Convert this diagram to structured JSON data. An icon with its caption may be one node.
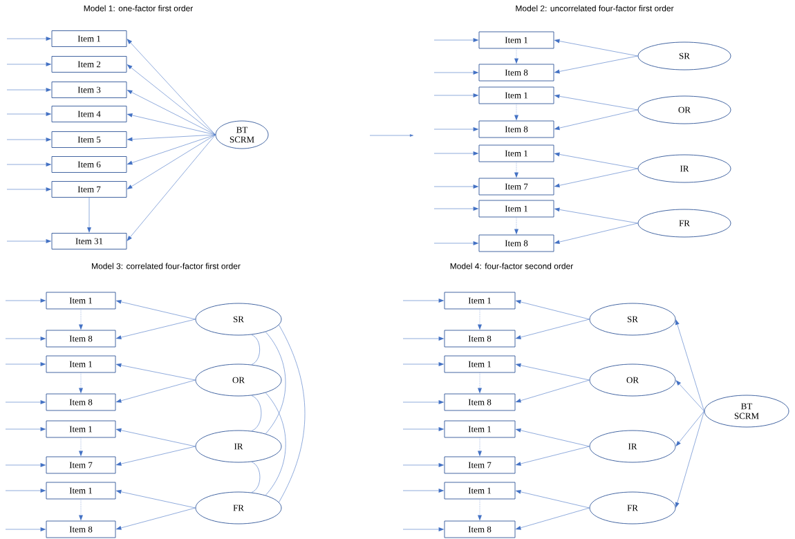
{
  "diagram": {
    "nodes": [
      {
        "text": [
          "Item 1"
        ]
      },
      {
        "text": [
          "Item 2"
        ]
      },
      {
        "text": [
          "Item 3"
        ]
      },
      {
        "text": [
          "Item 4"
        ]
      },
      {
        "text": [
          "Item 5"
        ]
      },
      {
        "text": [
          "Item 6"
        ]
      },
      {
        "text": [
          "Item 7"
        ]
      },
      {
        "text": [
          "Item 31"
        ]
      },
      {
        "text": [
          "BT SCRM"
        ]
      },
      {
        "text": [
          "Item 1"
        ]
      },
      {
        "text": [
          "Item 8"
        ]
      },
      {
        "text": [
          "Item 1"
        ]
      },
      {
        "text": [
          "Item 8"
        ]
      },
      {
        "text": [
          "Item 1"
        ]
      },
      {
        "text": [
          "Item 7"
        ]
      },
      {
        "text": [
          "Item 1"
        ]
      },
      {
        "text": [
          "Item 8"
        ]
      },
      {
        "text": [
          "SR"
        ]
      },
      {
        "text": [
          "OR"
        ]
      },
      {
        "text": [
          "IR"
        ]
      },
      {
        "text": [
          "FR"
        ]
      },
      {
        "text": [
          "Item 1"
        ]
      },
      {
        "text": [
          "Item 8"
        ]
      },
      {
        "text": [
          "Item 1"
        ]
      },
      {
        "text": [
          "Item 8"
        ]
      },
      {
        "text": [
          "Item 1"
        ]
      },
      {
        "text": [
          "Item 7"
        ]
      },
      {
        "text": [
          "Item 1"
        ]
      },
      {
        "text": [
          "Item 8"
        ]
      },
      {
        "text": [
          "SR"
        ]
      },
      {
        "text": [
          "OR"
        ]
      },
      {
        "text": [
          "IR"
        ]
      },
      {
        "text": [
          "FR"
        ]
      },
      {
        "text": [
          "Item 1"
        ]
      },
      {
        "text": [
          "Item 8"
        ]
      },
      {
        "text": [
          "Item 1"
        ]
      },
      {
        "text": [
          "Item 8"
        ]
      },
      {
        "text": [
          "Item 1"
        ]
      },
      {
        "text": [
          "Item 7"
        ]
      },
      {
        "text": [
          "Item 1"
        ]
      },
      {
        "text": [
          "Item 8"
        ]
      },
      {
        "text": [
          "SR"
        ]
      },
      {
        "text": [
          "OR"
        ]
      },
      {
        "text": [
          "IR"
        ]
      },
      {
        "text": [
          "FR"
        ]
      },
      {
        "text": [
          "BT SCRM"
        ]
      }
    ],
    "edges": [
      {
        "from": null,
        "to": 0,
        "arrow": "to"
      },
      {
        "from": null,
        "to": 1,
        "arrow": "to"
      },
      {
        "from": null,
        "to": 2,
        "arrow": "to"
      },
      {
        "from": null,
        "to": 3,
        "arrow": "to"
      },
      {
        "from": null,
        "to": 4,
        "arrow": "to"
      },
      {
        "from": null,
        "to": 5,
        "arrow": "to"
      },
      {
        "from": null,
        "to": 6,
        "arrow": "to"
      },
      {
        "from": null,
        "to": 7,
        "arrow": "to"
      },
      {
        "from": 8,
        "to": 0,
        "arrow": "to"
      },
      {
        "from": 8,
        "to": 1,
        "arrow": "to"
      },
      {
        "from": 8,
        "to": 2,
        "arrow": "to"
      },
      {
        "from": 8,
        "to": 3,
        "arrow": "to"
      },
      {
        "from": 8,
        "to": 4,
        "arrow": "to"
      },
      {
        "from": 8,
        "to": 5,
        "arrow": "to"
      },
      {
        "from": 8,
        "to": 6,
        "arrow": "to"
      },
      {
        "from": 8,
        "to": 7,
        "arrow": "to"
      },
      {
        "from": 6,
        "to": 7,
        "arrow": "to"
      },
      {
        "from": null,
        "to": 9,
        "arrow": "to"
      },
      {
        "from": null,
        "to": 10,
        "arrow": "to"
      },
      {
        "from": null,
        "to": 11,
        "arrow": "to"
      },
      {
        "from": null,
        "to": 12,
        "arrow": "to"
      },
      {
        "from": null,
        "to": 13,
        "arrow": "to"
      },
      {
        "from": null,
        "to": 14,
        "arrow": "to"
      },
      {
        "from": null,
        "to": 15,
        "arrow": "to"
      },
      {
        "from": null,
        "to": 16,
        "arrow": "to"
      },
      {
        "from": 17,
        "to": 9,
        "arrow": "to"
      },
      {
        "from": 17,
        "to": 10,
        "arrow": "to"
      },
      {
        "from": 18,
        "to": 11,
        "arrow": "to"
      },
      {
        "from": 18,
        "to": 12,
        "arrow": "to"
      },
      {
        "from": 19,
        "to": 13,
        "arrow": "to"
      },
      {
        "from": 19,
        "to": 14,
        "arrow": "to"
      },
      {
        "from": 20,
        "to": 15,
        "arrow": "to"
      },
      {
        "from": 20,
        "to": 16,
        "arrow": "to"
      },
      {
        "from": 9,
        "to": 10,
        "arrow": "to",
        "style": "dashed"
      },
      {
        "from": 11,
        "to": 12,
        "arrow": "to",
        "style": "dashed"
      },
      {
        "from": 13,
        "to": 14,
        "arrow": "to",
        "style": "dashed"
      },
      {
        "from": 15,
        "to": 16,
        "arrow": "to",
        "style": "dashed"
      },
      {
        "from": null,
        "to": 21,
        "arrow": "to"
      },
      {
        "from": null,
        "to": 22,
        "arrow": "to"
      },
      {
        "from": null,
        "to": 23,
        "arrow": "to"
      },
      {
        "from": null,
        "to": 24,
        "arrow": "to"
      },
      {
        "from": null,
        "to": 25,
        "arrow": "to"
      },
      {
        "from": null,
        "to": 26,
        "arrow": "to"
      },
      {
        "from": null,
        "to": 27,
        "arrow": "to"
      },
      {
        "from": null,
        "to": 28,
        "arrow": "to"
      },
      {
        "from": 29,
        "to": 21,
        "arrow": "to"
      },
      {
        "from": 29,
        "to": 22,
        "arrow": "to"
      },
      {
        "from": 30,
        "to": 23,
        "arrow": "to"
      },
      {
        "from": 30,
        "to": 24,
        "arrow": "to"
      },
      {
        "from": 31,
        "to": 25,
        "arrow": "to"
      },
      {
        "from": 31,
        "to": 26,
        "arrow": "to"
      },
      {
        "from": 32,
        "to": 27,
        "arrow": "to"
      },
      {
        "from": 32,
        "to": 28,
        "arrow": "to"
      },
      {
        "from": 21,
        "to": 22,
        "arrow": "to",
        "style": "dashed"
      },
      {
        "from": 23,
        "to": 24,
        "arrow": "to",
        "style": "dashed"
      },
      {
        "from": 25,
        "to": 26,
        "arrow": "to",
        "style": "dashed"
      },
      {
        "from": 27,
        "to": 28,
        "arrow": "to",
        "style": "dashed"
      },
      {
        "from": 29,
        "to": 30,
        "arrow": "none"
      },
      {
        "from": 29,
        "to": 31,
        "arrow": "none"
      },
      {
        "from": 29,
        "to": 32,
        "arrow": "none"
      },
      {
        "from": 30,
        "to": 31,
        "arrow": "none"
      },
      {
        "from": 30,
        "to": 32,
        "arrow": "none"
      },
      {
        "from": 31,
        "to": 32,
        "arrow": "none"
      },
      {
        "from": null,
        "to": 33,
        "arrow": "to"
      },
      {
        "from": null,
        "to": 34,
        "arrow": "to"
      },
      {
        "from": null,
        "to": 35,
        "arrow": "to"
      },
      {
        "from": null,
        "to": 36,
        "arrow": "to"
      },
      {
        "from": null,
        "to": 37,
        "arrow": "to"
      },
      {
        "from": null,
        "to": 38,
        "arrow": "to"
      },
      {
        "from": null,
        "to": 39,
        "arrow": "to"
      },
      {
        "from": null,
        "to": 40,
        "arrow": "to"
      },
      {
        "from": 41,
        "to": 33,
        "arrow": "to"
      },
      {
        "from": 41,
        "to": 34,
        "arrow": "to"
      },
      {
        "from": 42,
        "to": 35,
        "arrow": "to"
      },
      {
        "from": 42,
        "to": 36,
        "arrow": "to"
      },
      {
        "from": 43,
        "to": 37,
        "arrow": "to"
      },
      {
        "from": 43,
        "to": 38,
        "arrow": "to"
      },
      {
        "from": 44,
        "to": 39,
        "arrow": "to"
      },
      {
        "from": 44,
        "to": 40,
        "arrow": "to"
      },
      {
        "from": 33,
        "to": 34,
        "arrow": "to",
        "style": "dashed"
      },
      {
        "from": 35,
        "to": 36,
        "arrow": "to",
        "style": "dashed"
      },
      {
        "from": 37,
        "to": 38,
        "arrow": "to",
        "style": "dashed"
      },
      {
        "from": 39,
        "to": 40,
        "arrow": "to",
        "style": "dashed"
      },
      {
        "from": 45,
        "to": 41,
        "arrow": "to"
      },
      {
        "from": 45,
        "to": 42,
        "arrow": "to"
      },
      {
        "from": 45,
        "to": 43,
        "arrow": "to"
      },
      {
        "from": 45,
        "to": 44,
        "arrow": "to"
      }
    ],
    "labels": [
      "Model 1: one-factor first order",
      "Model 2: uncorrelated four-factor first order",
      "Model 3: correlated four-factor first order",
      "Model 4: four-factor second order"
    ]
  }
}
